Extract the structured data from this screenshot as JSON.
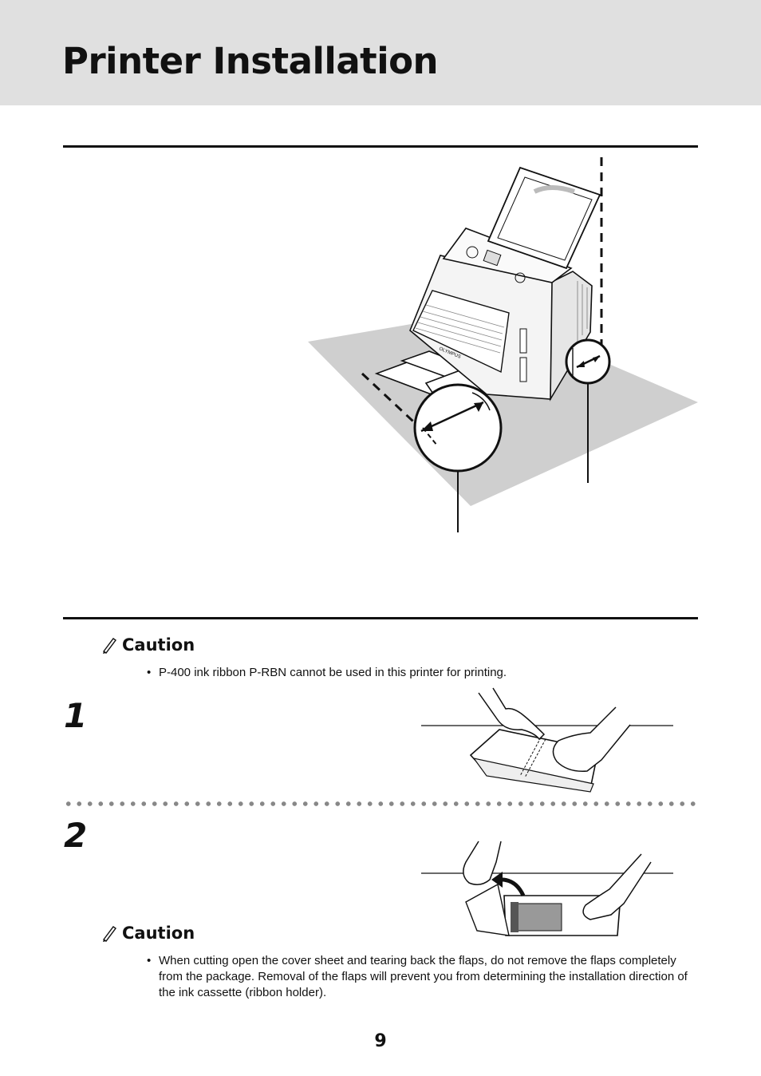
{
  "header": {
    "title": "Printer Installation"
  },
  "caution_1": {
    "label": "Caution",
    "text": "P-400 ink ribbon P-RBN cannot be used in this printer for printing."
  },
  "steps": [
    {
      "number": "1"
    },
    {
      "number": "2"
    }
  ],
  "caution_2": {
    "label": "Caution",
    "text": "When cutting open the cover sheet and tearing back the flaps, do not remove the flaps completely from the package. Removal of the flaps will prevent you from determining the installation direction of the ink cassette (ribbon holder)."
  },
  "printer_illustration": {
    "logo": "OLYMPUS"
  },
  "bullet_char": "•",
  "page_number": "9"
}
